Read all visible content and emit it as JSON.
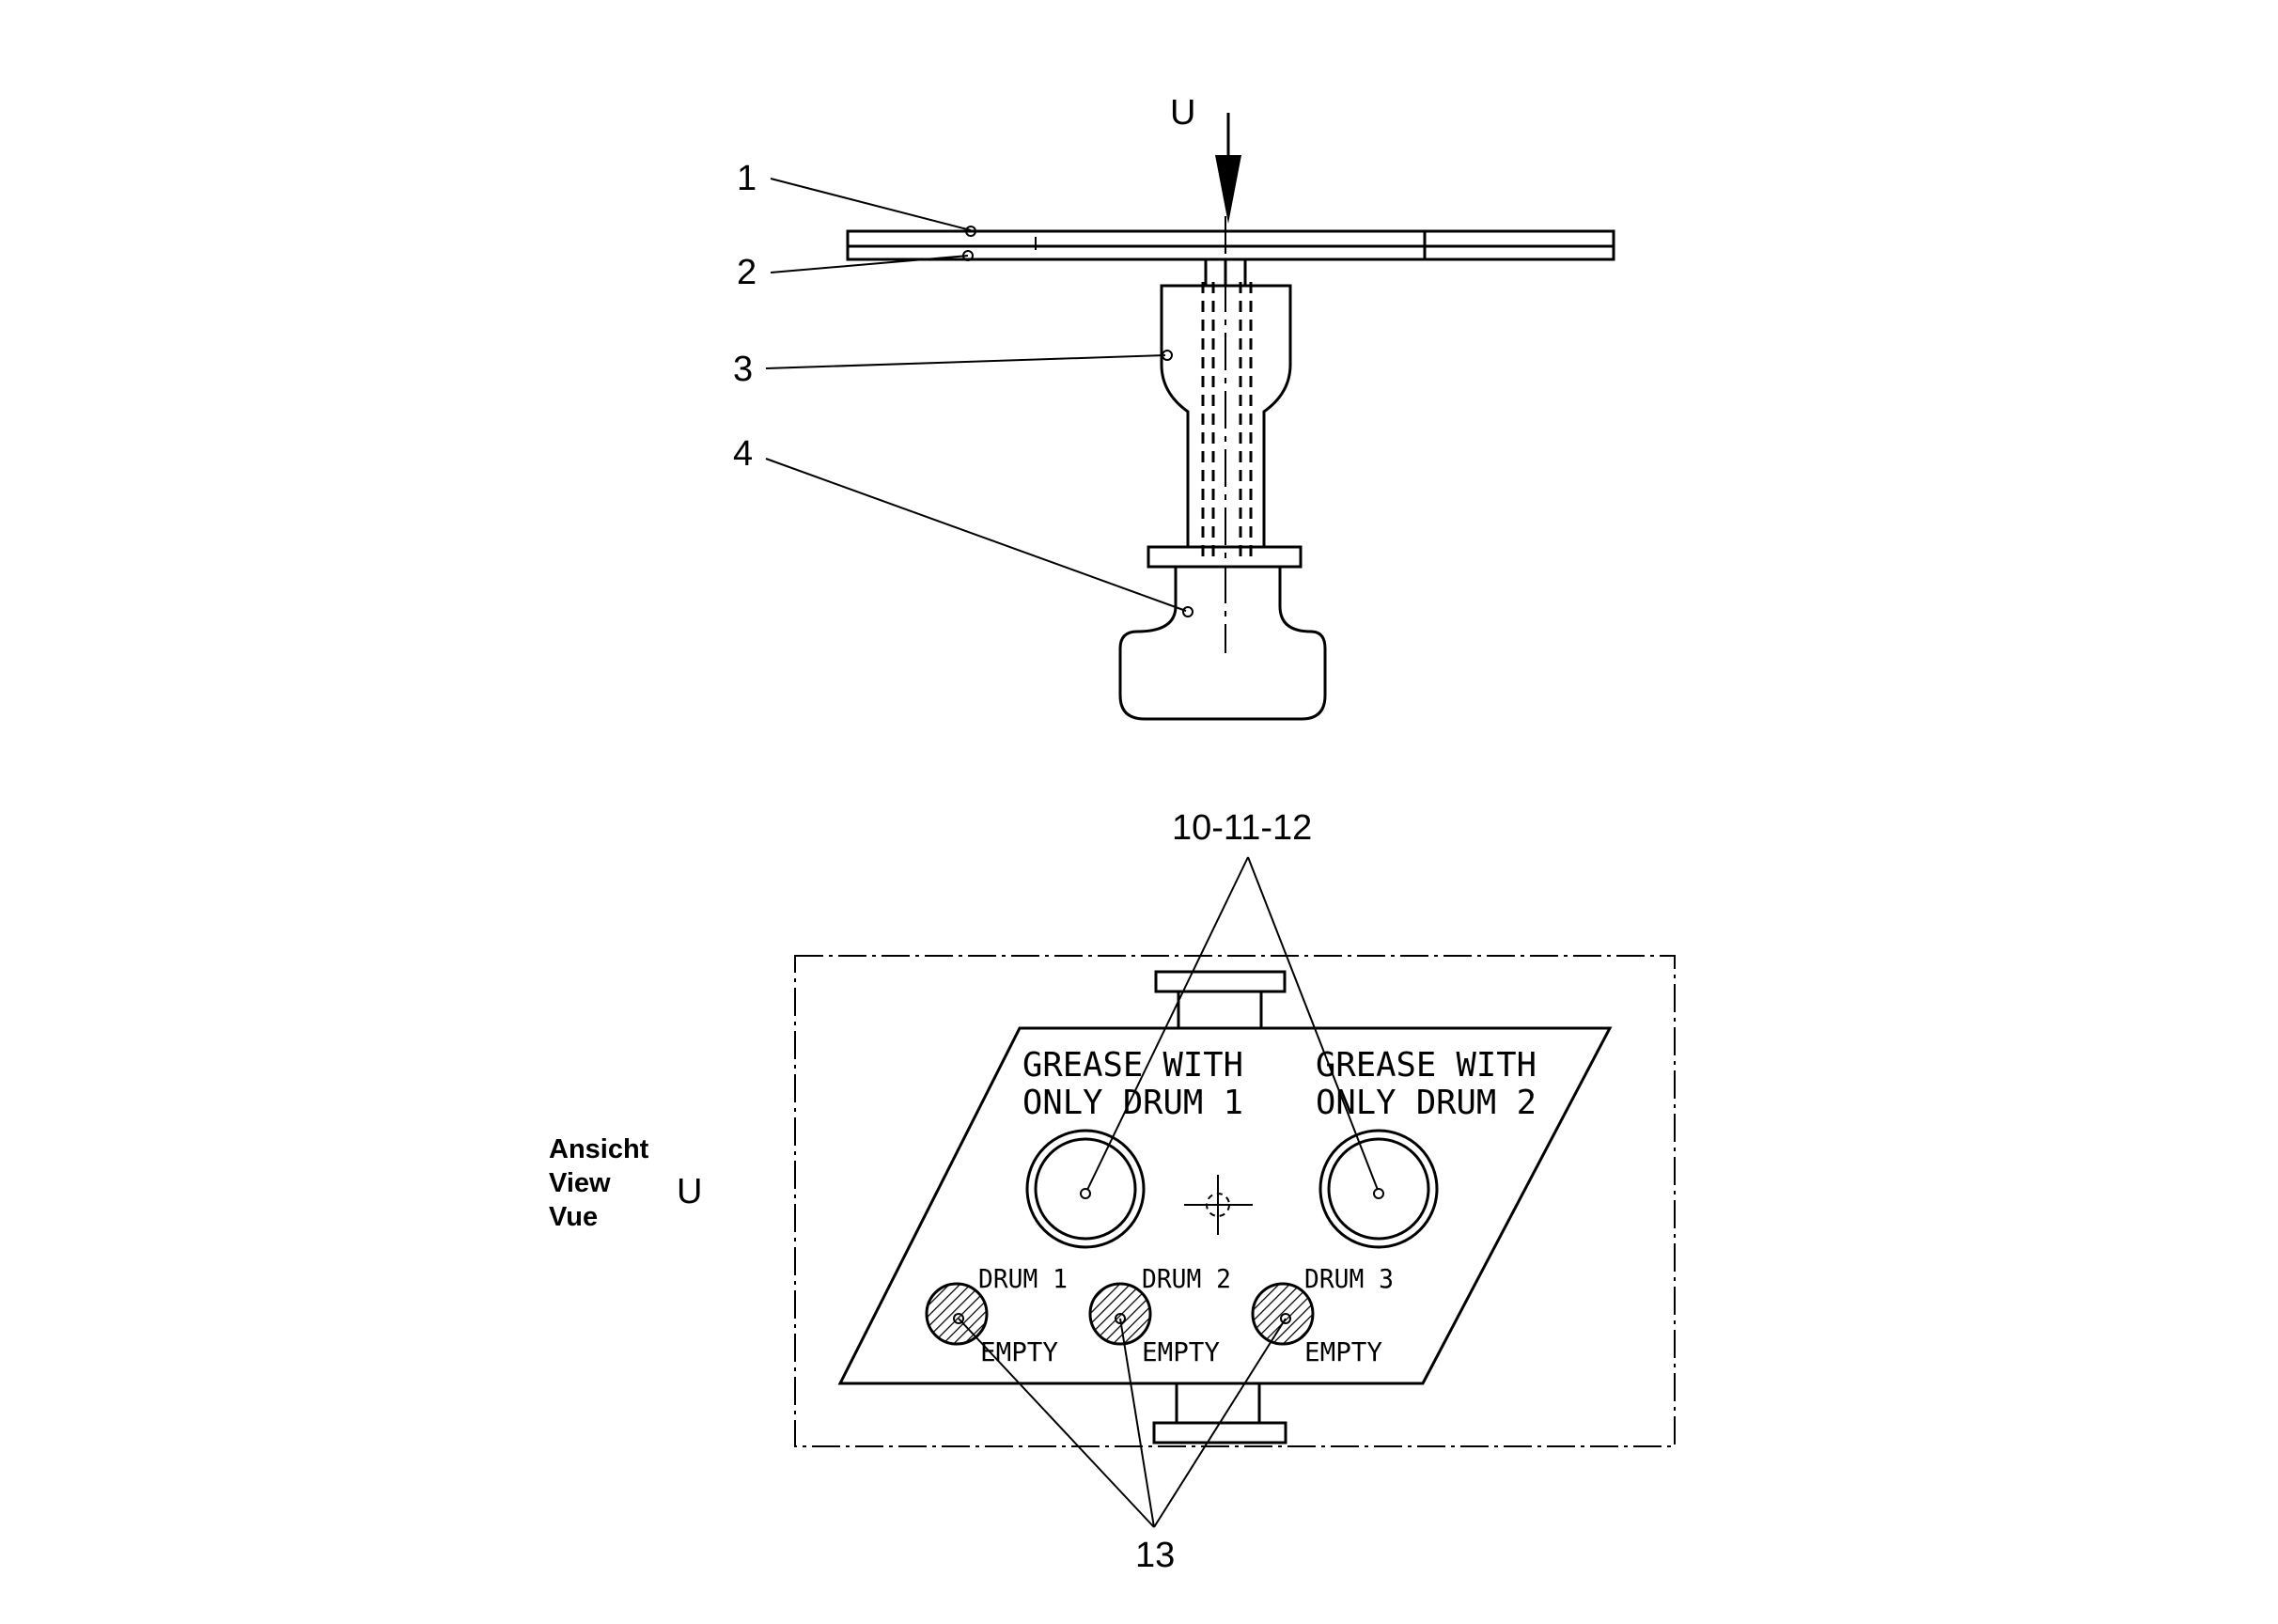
{
  "view_arrow": {
    "letter": "U"
  },
  "callouts": {
    "c1": "1",
    "c2": "2",
    "c3": "3",
    "c4": "4",
    "c10_12": "10-11-12",
    "c13": "13"
  },
  "view_label": {
    "line1": "Ansicht",
    "line2": "View",
    "line3": "Vue",
    "letter": "U"
  },
  "plate": {
    "left_line1": "GREASE WITH",
    "left_line2": "ONLY DRUM 1",
    "right_line1": "GREASE WITH",
    "right_line2": "ONLY DRUM 2",
    "drums": [
      {
        "label": "DRUM 1",
        "status": "EMPTY"
      },
      {
        "label": "DRUM 2",
        "status": "EMPTY"
      },
      {
        "label": "DRUM 3",
        "status": "EMPTY"
      }
    ]
  }
}
